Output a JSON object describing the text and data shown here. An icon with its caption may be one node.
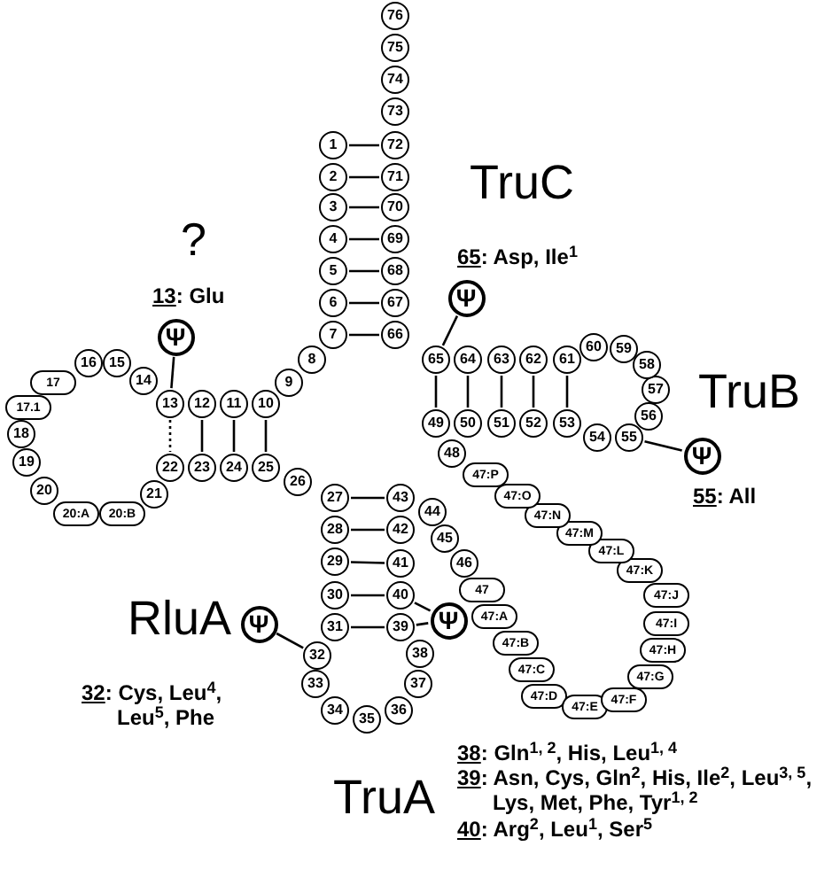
{
  "diagram": {
    "nodes": [
      {
        "text": [
          "1"
        ]
      },
      {
        "text": [
          "2"
        ]
      },
      {
        "text": [
          "3"
        ]
      },
      {
        "text": [
          "4"
        ]
      },
      {
        "text": [
          "5"
        ]
      },
      {
        "text": [
          "6"
        ]
      },
      {
        "text": [
          "7"
        ]
      },
      {
        "text": [
          "8"
        ]
      },
      {
        "text": [
          "9"
        ]
      },
      {
        "text": [
          "10"
        ]
      },
      {
        "text": [
          "11"
        ]
      },
      {
        "text": [
          "12"
        ]
      },
      {
        "text": [
          "13"
        ]
      },
      {
        "text": [
          "14"
        ]
      },
      {
        "text": [
          "15"
        ]
      },
      {
        "text": [
          "16"
        ]
      },
      {
        "text": [
          "17"
        ]
      },
      {
        "text": [
          "17.1"
        ]
      },
      {
        "text": [
          "18"
        ]
      },
      {
        "text": [
          "19"
        ]
      },
      {
        "text": [
          "20"
        ]
      },
      {
        "text": [
          "20:A"
        ]
      },
      {
        "text": [
          "20:B"
        ]
      },
      {
        "text": [
          "21"
        ]
      },
      {
        "text": [
          "22"
        ]
      },
      {
        "text": [
          "23"
        ]
      },
      {
        "text": [
          "24"
        ]
      },
      {
        "text": [
          "25"
        ]
      },
      {
        "text": [
          "26"
        ]
      },
      {
        "text": [
          "27"
        ]
      },
      {
        "text": [
          "28"
        ]
      },
      {
        "text": [
          "29"
        ]
      },
      {
        "text": [
          "30"
        ]
      },
      {
        "text": [
          "31"
        ]
      },
      {
        "text": [
          "32"
        ]
      },
      {
        "text": [
          "33"
        ]
      },
      {
        "text": [
          "34"
        ]
      },
      {
        "text": [
          "35"
        ]
      },
      {
        "text": [
          "36"
        ]
      },
      {
        "text": [
          "37"
        ]
      },
      {
        "text": [
          "38"
        ]
      },
      {
        "text": [
          "39"
        ]
      },
      {
        "text": [
          "40"
        ]
      },
      {
        "text": [
          "41"
        ]
      },
      {
        "text": [
          "42"
        ]
      },
      {
        "text": [
          "43"
        ]
      },
      {
        "text": [
          "44"
        ]
      },
      {
        "text": [
          "45"
        ]
      },
      {
        "text": [
          "46"
        ]
      },
      {
        "text": [
          "47"
        ]
      },
      {
        "text": [
          "47:A"
        ]
      },
      {
        "text": [
          "47:B"
        ]
      },
      {
        "text": [
          "47:C"
        ]
      },
      {
        "text": [
          "47:D"
        ]
      },
      {
        "text": [
          "47:E"
        ]
      },
      {
        "text": [
          "47:F"
        ]
      },
      {
        "text": [
          "47:G"
        ]
      },
      {
        "text": [
          "47:H"
        ]
      },
      {
        "text": [
          "47:I"
        ]
      },
      {
        "text": [
          "47:J"
        ]
      },
      {
        "text": [
          "47:K"
        ]
      },
      {
        "text": [
          "47:L"
        ]
      },
      {
        "text": [
          "47:M"
        ]
      },
      {
        "text": [
          "47:N"
        ]
      },
      {
        "text": [
          "47:O"
        ]
      },
      {
        "text": [
          "47:P"
        ]
      },
      {
        "text": [
          "48"
        ]
      },
      {
        "text": [
          "49"
        ]
      },
      {
        "text": [
          "50"
        ]
      },
      {
        "text": [
          "51"
        ]
      },
      {
        "text": [
          "52"
        ]
      },
      {
        "text": [
          "53"
        ]
      },
      {
        "text": [
          "54"
        ]
      },
      {
        "text": [
          "55"
        ]
      },
      {
        "text": [
          "56"
        ]
      },
      {
        "text": [
          "57"
        ]
      },
      {
        "text": [
          "58"
        ]
      },
      {
        "text": [
          "59"
        ]
      },
      {
        "text": [
          "60"
        ]
      },
      {
        "text": [
          "61"
        ]
      },
      {
        "text": [
          "62"
        ]
      },
      {
        "text": [
          "63"
        ]
      },
      {
        "text": [
          "64"
        ]
      },
      {
        "text": [
          "65"
        ]
      },
      {
        "text": [
          "66"
        ]
      },
      {
        "text": [
          "67"
        ]
      },
      {
        "text": [
          "68"
        ]
      },
      {
        "text": [
          "69"
        ]
      },
      {
        "text": [
          "70"
        ]
      },
      {
        "text": [
          "71"
        ]
      },
      {
        "text": [
          "72"
        ]
      },
      {
        "text": [
          "73"
        ]
      },
      {
        "text": [
          "74"
        ]
      },
      {
        "text": [
          "75"
        ]
      },
      {
        "text": [
          "76"
        ]
      },
      {
        "text": [
          "Ψ"
        ]
      },
      {
        "text": [
          "Ψ"
        ]
      },
      {
        "text": [
          "Ψ"
        ]
      },
      {
        "text": [
          "Ψ"
        ]
      },
      {
        "text": [
          "Ψ"
        ]
      }
    ],
    "edges": [
      {
        "from": 0,
        "to": 90,
        "arrow": "none"
      },
      {
        "from": 1,
        "to": 89,
        "arrow": "none"
      },
      {
        "from": 2,
        "to": 88,
        "arrow": "none"
      },
      {
        "from": 3,
        "to": 87,
        "arrow": "none"
      },
      {
        "from": 4,
        "to": 86,
        "arrow": "none"
      },
      {
        "from": 5,
        "to": 85,
        "arrow": "none"
      },
      {
        "from": 6,
        "to": 84,
        "arrow": "none"
      },
      {
        "from": 9,
        "to": 27,
        "arrow": "none"
      },
      {
        "from": 10,
        "to": 26,
        "arrow": "none"
      },
      {
        "from": 11,
        "to": 25,
        "arrow": "none"
      },
      {
        "from": 12,
        "to": 24,
        "arrow": "none",
        "style": "dashed"
      },
      {
        "from": 29,
        "to": 45,
        "arrow": "none"
      },
      {
        "from": 30,
        "to": 44,
        "arrow": "none"
      },
      {
        "from": 31,
        "to": 43,
        "arrow": "none"
      },
      {
        "from": 32,
        "to": 42,
        "arrow": "none"
      },
      {
        "from": 33,
        "to": 41,
        "arrow": "none"
      },
      {
        "from": 67,
        "to": 83,
        "arrow": "none"
      },
      {
        "from": 68,
        "to": 82,
        "arrow": "none"
      },
      {
        "from": 69,
        "to": 81,
        "arrow": "none"
      },
      {
        "from": 70,
        "to": 80,
        "arrow": "none"
      },
      {
        "from": 71,
        "to": 79,
        "arrow": "none"
      },
      {
        "from": 95,
        "to": 12,
        "arrow": "none"
      },
      {
        "from": 96,
        "to": 83,
        "arrow": "none"
      },
      {
        "from": 97,
        "to": 73,
        "arrow": "none"
      },
      {
        "from": 98,
        "to": 34,
        "arrow": "none"
      },
      {
        "from": 99,
        "to": 42,
        "arrow": "none"
      },
      {
        "from": 99,
        "to": 41,
        "arrow": "none"
      }
    ],
    "labels": [
      "?",
      "13: Glu",
      "TruC",
      "65: Asp, Ile$^{1}$",
      "TruB",
      "55: All",
      "RluA",
      "32: Cys, Leu$^{4}$, Leu$^{5}$, Phe",
      "TruA",
      "38: Gln$^{1, 2}$, His, Leu$^{1, 4}$",
      "39: Asn, Cys, Gln$^{2}$, His, Ile$^{2}$, Leu$^{3, 5}$, Lys, Met, Phe, Tyr$^{1, 2}$",
      "40: Arg$^{2}$, Leu$^{1}$, Ser$^{5}$"
    ]
  }
}
